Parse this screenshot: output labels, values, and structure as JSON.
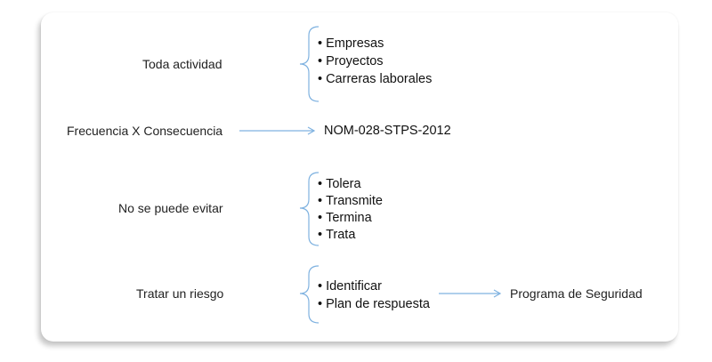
{
  "rows": [
    {
      "label": "Toda actividad",
      "items": [
        "Empresas",
        "Proyectos",
        "Carreras laborales"
      ]
    },
    {
      "label": "Frecuencia X Consecuencia",
      "target": "NOM-028-STPS-2012"
    },
    {
      "label": "No se puede evitar",
      "items": [
        "Tolera",
        "Transmite",
        "Termina",
        "Trata"
      ]
    },
    {
      "label": "Tratar un riesgo",
      "items": [
        "Identificar",
        "Plan de respuesta"
      ],
      "target": "Programa de Seguridad"
    }
  ],
  "colors": {
    "connector": "#7fb2e0",
    "text": "#1a1a1a"
  }
}
